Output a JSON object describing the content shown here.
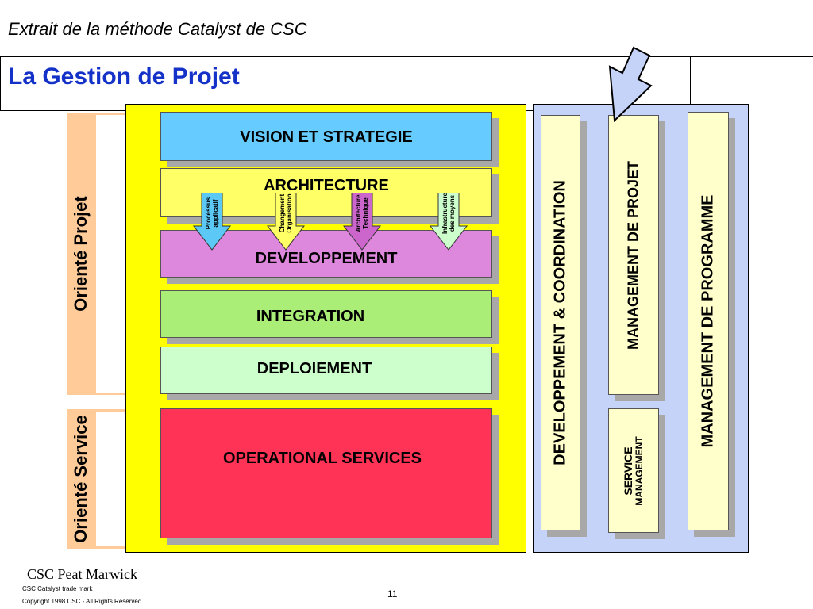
{
  "header": {
    "subtitle": "Extrait de la méthode Catalyst de CSC",
    "title": "La Gestion de Projet"
  },
  "side_labels": {
    "projet": "Orienté Projet",
    "service": "Orienté Service"
  },
  "phases": {
    "vision": "VISION ET STRATEGIE",
    "architecture": "ARCHITECTURE",
    "developpement": "DEVELOPPEMENT",
    "integration": "INTEGRATION",
    "deploiement": "DEPLOIEMENT",
    "operational": "OPERATIONAL SERVICES"
  },
  "arrows": [
    {
      "line1": "Processus",
      "line2": "applicatif",
      "color": "#5bc8f5"
    },
    {
      "line1": "Changement",
      "line2": "Organisation",
      "color": "#ffff66"
    },
    {
      "line1": "Architecture",
      "line2": "Technique",
      "color": "#cc66cc"
    },
    {
      "line1": "Infrastructure",
      "line2": "des moyens",
      "color": "#ccffcc"
    }
  ],
  "management": {
    "dev_coord": "DEVELOPPEMENT & COORDINATION",
    "projet": "MANAGEMENT DE PROJET",
    "programme": "MANAGEMENT DE PROGRAMME",
    "service_line1": "SERVICE",
    "service_line2": "MANAGEMENT"
  },
  "footer": {
    "brand": "CSC Peat Marwick",
    "trademark": "CSC Catalyst trade mark",
    "copyright": "Copyright 1998 CSC - All Rights Reserved",
    "page_number": "11"
  },
  "colors": {
    "title_blue": "#1532c8",
    "yellow_panel": "#ffff00",
    "blue_panel": "#c6d3f8",
    "vision": "#66ccff",
    "architecture": "#ffff66",
    "developpement": "#dd88dd",
    "integration": "#aaee77",
    "deploiement": "#ccffcc",
    "operational": "#ff3355",
    "column_fill": "#ffffcc",
    "side_label": "#ffcc99"
  }
}
